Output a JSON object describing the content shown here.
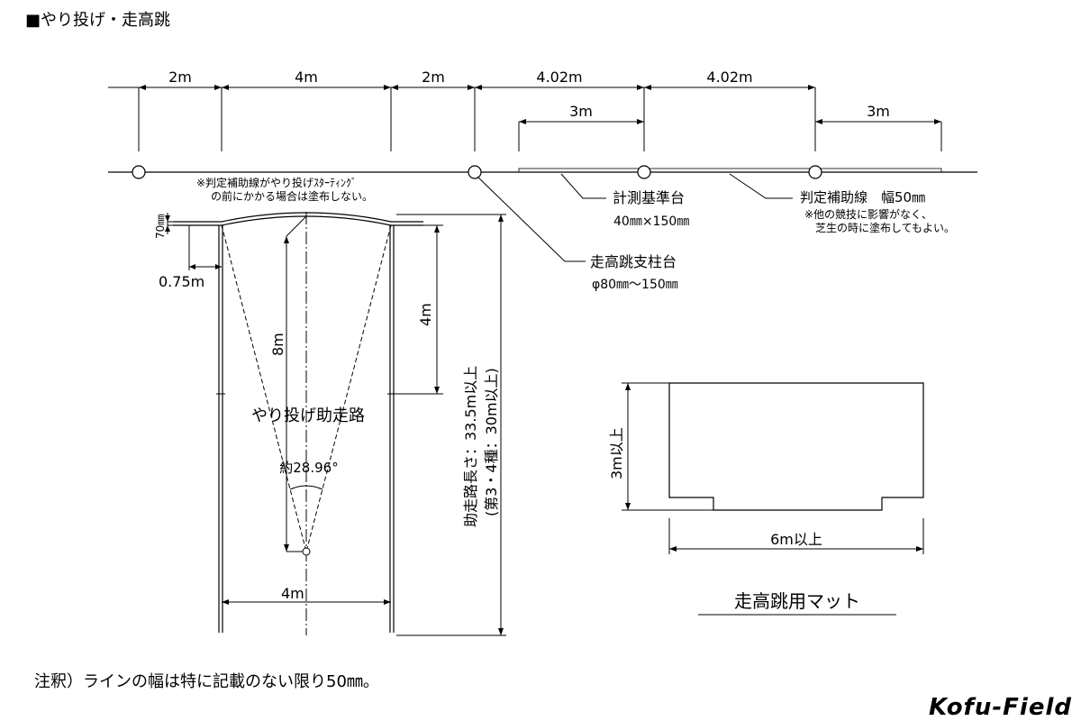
{
  "title": "■やり投げ・走高跳",
  "dims": {
    "d1": "2m",
    "d2": "4m",
    "d3": "2m",
    "d4": "4.02m",
    "d5": "4.02m",
    "d6": "3m",
    "d7": "3m"
  },
  "labels": {
    "start_note_1": "※判定補助線がやり投げｽﾀｰﾃｨﾝｸﾞ",
    "start_note_2": "の前にかかる場合は塗布しない。",
    "measure_base_1": "計測基準台",
    "measure_base_2": "40㎜×150㎜",
    "judge_line_1": "判定補助線　幅50㎜",
    "judge_line_2": "※他の競技に影響がなく、",
    "judge_line_3": "芝生の時に塗布してもよい。",
    "post_base_1": "走高跳支柱台",
    "post_base_2": "φ80㎜～150㎜",
    "h70": "70㎜",
    "w075": "0.75m",
    "r8": "8m",
    "v4": "4m",
    "runway_len_1": "助走路長さ：33.5m以上",
    "runway_len_2": "(第3・4種：30m以上)",
    "javelin_runway": "やり投げ助走路",
    "angle": "約28.96°",
    "bottom_w": "4m",
    "mat_h": "3m以上",
    "mat_w": "6m以上",
    "mat_title": "走高跳用マット",
    "footnote": "注釈）ラインの幅は特に記載のない限り50㎜。",
    "logo": "Kofu-Field"
  }
}
